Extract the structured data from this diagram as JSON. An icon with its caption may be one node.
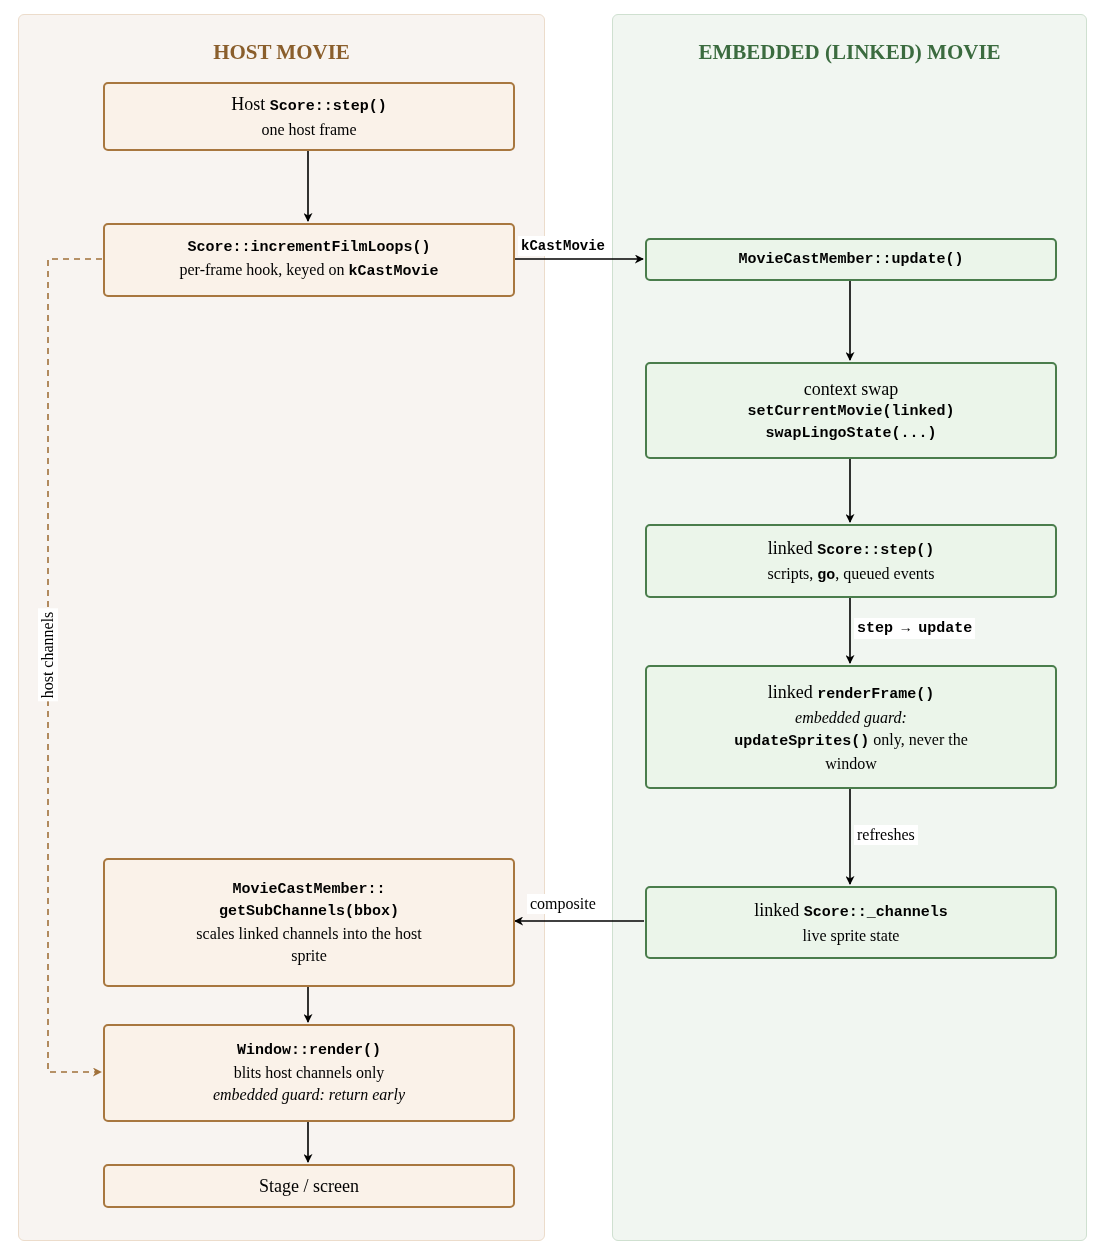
{
  "diagram": {
    "nodes": [
      {
        "text": [
          "HOST MOVIE"
        ]
      },
      {
        "text": [
          "Host **Score::step()**",
          "one host frame"
        ],
        "in": 0
      },
      {
        "text": [
          "Score::incrementFilmLoops()",
          "per-frame hook, keyed on **kCastMovie**"
        ],
        "in": 0
      },
      {
        "text": [
          "MovieCastMember:: getSubChannels(bbox)",
          "scales linked channels into the host sprite"
        ],
        "in": 0
      },
      {
        "text": [
          "Window::render()",
          "blits host channels only",
          "embedded guard: return early"
        ],
        "in": 0
      },
      {
        "text": [
          "Stage / screen"
        ],
        "in": 0
      },
      {
        "text": [
          "EMBEDDED (LINKED) MOVIE"
        ]
      },
      {
        "text": [
          "MovieCastMember::update()"
        ],
        "in": 6
      },
      {
        "text": [
          "context swap",
          "setCurrentMovie(linked)",
          "swapLingoState(...)"
        ],
        "in": 6
      },
      {
        "text": [
          "linked **Score::step()**",
          "scripts, **go**, queued events"
        ],
        "in": 6
      },
      {
        "text": [
          "linked **renderFrame()**",
          "embedded guard:",
          "**updateSprites()** only, never the window"
        ],
        "in": 6
      },
      {
        "text": [
          "linked **Score::_channels**",
          "live sprite state"
        ],
        "in": 6
      }
    ],
    "edges": [
      {
        "from": 1,
        "to": 2,
        "arrow": "to"
      },
      {
        "from": 2,
        "to": 7,
        "arrow": "to",
        "label": "kCastMovie"
      },
      {
        "from": 7,
        "to": 8,
        "arrow": "to"
      },
      {
        "from": 8,
        "to": 9,
        "arrow": "to"
      },
      {
        "from": 9,
        "to": 10,
        "arrow": "to",
        "label": "**step** → **update**"
      },
      {
        "from": 10,
        "to": 11,
        "arrow": "to",
        "label": "refreshes"
      },
      {
        "from": 11,
        "to": 3,
        "arrow": "to",
        "label": "composite"
      },
      {
        "from": 2,
        "to": 4,
        "arrow": "to",
        "label": "host channels",
        "style": "dashed",
        "color": "#a0703a"
      },
      {
        "from": 3,
        "to": 4,
        "arrow": "to"
      },
      {
        "from": 4,
        "to": 5,
        "arrow": "to"
      }
    ]
  }
}
